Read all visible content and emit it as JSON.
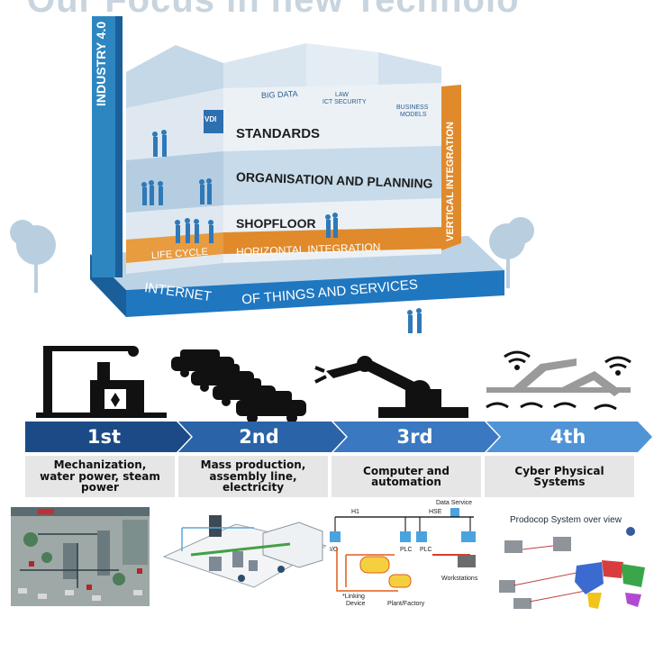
{
  "header": {
    "title": "Our Focus in new Technolo"
  },
  "building": {
    "tower_label": "INDUSTRY 4.0",
    "roof_labels": [
      "BIG DATA",
      "LAW",
      "ICT SECURITY",
      "BUSINESS",
      "MODELS"
    ],
    "logo": "VDI",
    "floors": [
      "STANDARDS",
      "ORGANISATION AND PLANNING",
      "SHOPFLOOR"
    ],
    "side_label": "VERTICAL INTEGRATION",
    "band_left": "LIFE CYCLE",
    "band_right": "HORIZONTAL INTEGRATION",
    "base_left": "INTERNET",
    "base_right": "OF THINGS AND SERVICES",
    "colors": {
      "blue": "#2e86c1",
      "orange": "#e08a2c",
      "wall": "#e8eef3"
    }
  },
  "revolutions": [
    {
      "step": "1st",
      "desc_lines": [
        "Mechanization,",
        "water power, steam",
        "power"
      ],
      "icon": "steam-engine-icon"
    },
    {
      "step": "2nd",
      "desc_lines": [
        "Mass production,",
        "assembly line,",
        "electricity"
      ],
      "icon": "cars-icon"
    },
    {
      "step": "3rd",
      "desc_lines": [
        "Computer and",
        "automation"
      ],
      "icon": "robot-arm-icon"
    },
    {
      "step": "4th",
      "desc_lines": [
        "Cyber Physical",
        "Systems"
      ],
      "icon": "connected-robots-icon"
    }
  ],
  "thumbnails": {
    "network": {
      "data_service": "Data Service",
      "h1": "H1",
      "hse": "HSE",
      "io": "I/O",
      "plc1": "PLC",
      "plc2": "PLC",
      "workstations": "Workstations",
      "linking": "*Linking",
      "device": "Device",
      "plant": "Plant/Factory"
    },
    "prodocop": {
      "title": "Prodocop System over view"
    }
  },
  "arrow_colors": [
    "#1b4a87",
    "#2a63a8",
    "#3a78c2",
    "#4f94d6"
  ]
}
